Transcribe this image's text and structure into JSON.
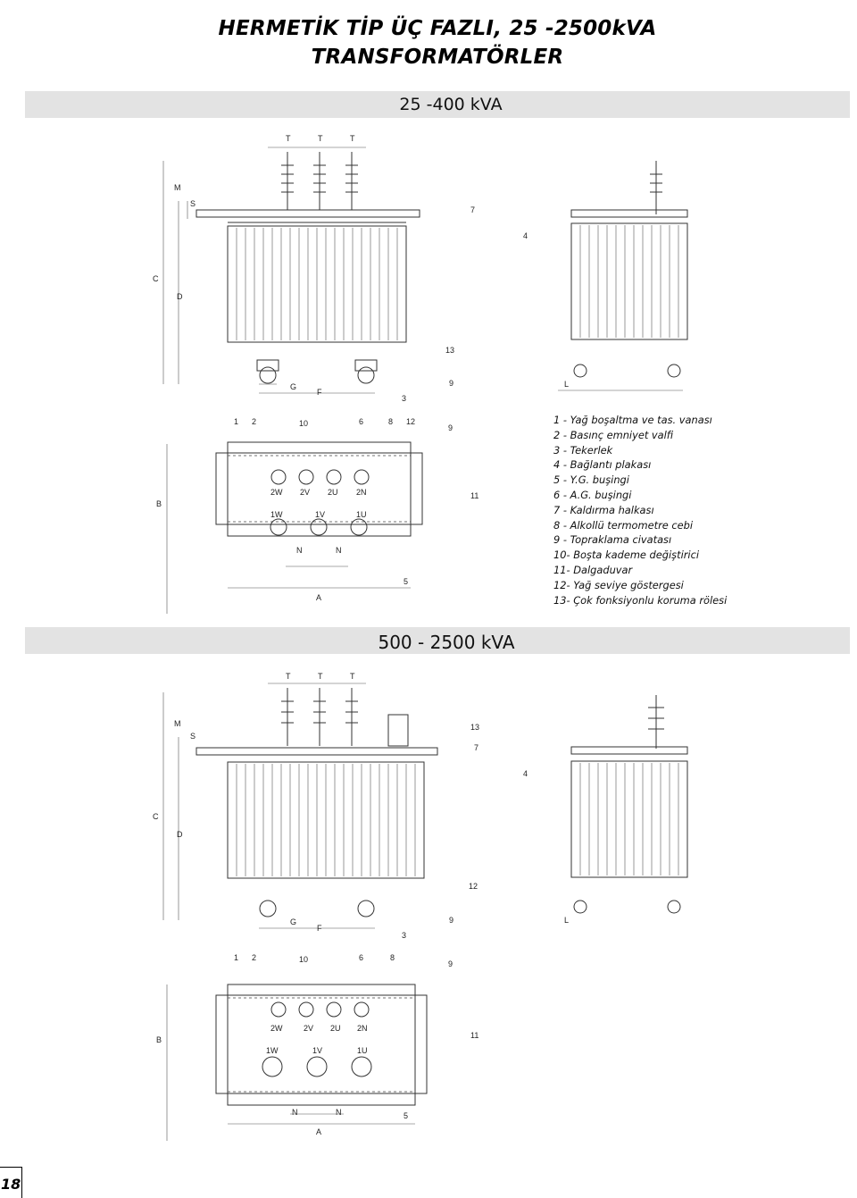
{
  "header": {
    "title_line1": "HERMETİK TİP ÜÇ FAZLI, 25 -2500kVA",
    "title_line2": "TRANSFORMATÖRLER"
  },
  "section1": {
    "heading": "25 -400 kVA"
  },
  "section2": {
    "heading": "500 - 2500 kVA"
  },
  "legend": [
    "1 - Yağ boşaltma ve tas. vanası",
    "2 - Basınç emniyet valfi",
    "3 - Tekerlek",
    "4 - Bağlantı plakası",
    "5 - Y.G. buşingi",
    "6 - A.G. buşingi",
    "7 - Kaldırma halkası",
    "8 - Alkollü termometre cebi",
    "9 - Topraklama civatası",
    "10- Boşta kademe değiştirici",
    "11- Dalgaduvar",
    "12- Yağ seviye göstergesi",
    "13- Çok fonksiyonlu koruma rölesi"
  ],
  "drawing_labels": {
    "dims": [
      "T",
      "T",
      "T",
      "M",
      "S",
      "C",
      "D",
      "G",
      "F",
      "L",
      "B",
      "A",
      "N",
      "N"
    ],
    "top_callouts": [
      "1",
      "2",
      "10",
      "6",
      "8",
      "12",
      "9",
      "11",
      "5",
      "3",
      "13",
      "7",
      "4"
    ],
    "bushings": [
      "2W",
      "2V",
      "2U",
      "2N",
      "1W",
      "1V",
      "1U"
    ]
  },
  "page_number": "18"
}
